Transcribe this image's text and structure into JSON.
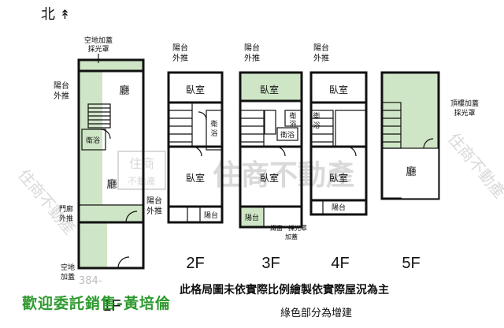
{
  "north": "北",
  "watermark": {
    "name": "住商不動產",
    "box_top": "住商",
    "box_bottom": "不動產",
    "seal": "住商不動產"
  },
  "labels": {
    "skylight_top": "空地加蓋",
    "skylight_bottom": "採光罩",
    "balcony_1": "陽台",
    "balcony_2": "外推",
    "hall": "廳",
    "bathroom": "衛浴",
    "bath_v1": "衛",
    "bath_v2": "浴",
    "porch_1": "門廊",
    "porch_2": "外推",
    "yard_1": "空地",
    "yard_2": "加蓋",
    "balcony_side_1": "陽台",
    "balcony_side_2": "外推",
    "bedroom": "臥室",
    "balcony": "陽台",
    "iron_1": "鐵窗",
    "iron_2": "採光罩",
    "iron_3": "加蓋",
    "roof_1": "頂樓加蓋",
    "roof_2": "採光罩",
    "partial_number": "384-"
  },
  "floors": [
    "1F",
    "2F",
    "3F",
    "4F",
    "5F"
  ],
  "disclaimer": "此格局圖未依實際比例繪製依實際屋況為主",
  "green_note": "綠色部分為增建",
  "promo": "歡迎委託銷售-黃培倫",
  "colors": {
    "extension_green": "#cfe6c6",
    "wall": "#111111",
    "promo_text": "#2f9a2f"
  }
}
